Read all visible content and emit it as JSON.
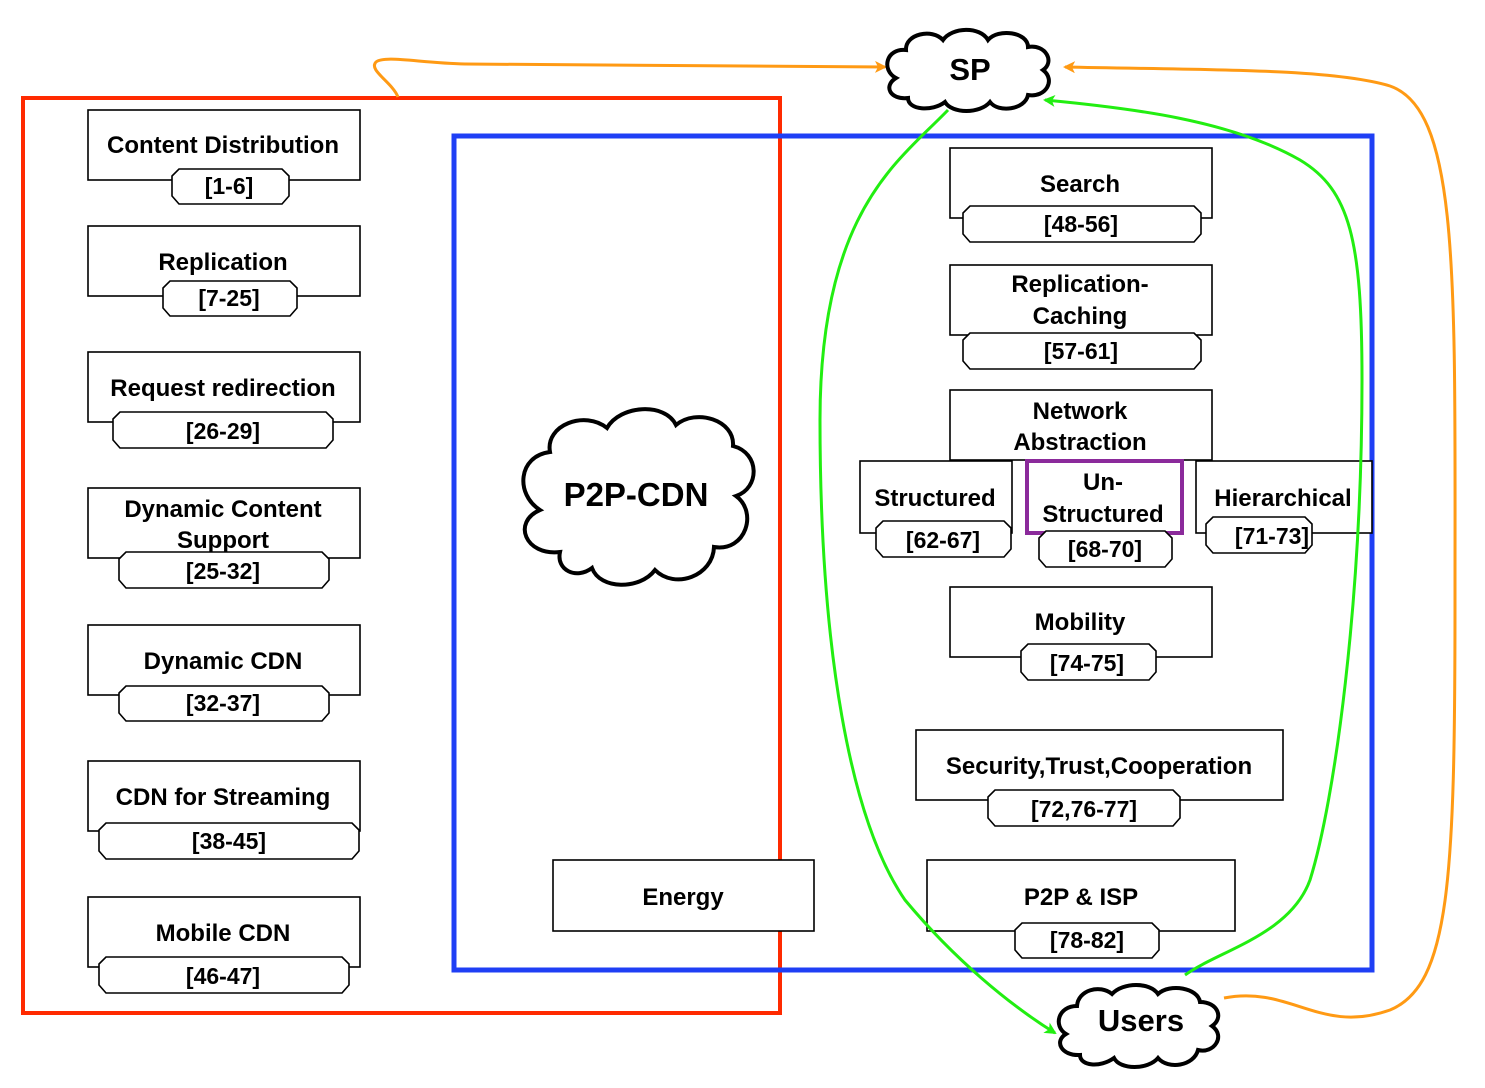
{
  "colors": {
    "cdn_frame": "#ff2a00",
    "p2p_frame": "#1f3ff5",
    "highlight_frame": "#8b2a9b",
    "green_arrows": "#22ee11",
    "orange_arrows": "#ff9a14"
  },
  "clouds": {
    "sp": "SP",
    "p2p_cdn": "P2P-CDN",
    "users": "Users"
  },
  "cdn_topics": [
    {
      "title": "Content Distribution",
      "refs": "[1-6]"
    },
    {
      "title": "Replication",
      "refs": "[7-25]"
    },
    {
      "title": "Request redirection",
      "refs": "[26-29]"
    },
    {
      "title_lines": [
        "Dynamic Content",
        "Support"
      ],
      "refs": "[25-32]"
    },
    {
      "title": "Dynamic CDN",
      "refs": "[32-37]"
    },
    {
      "title": "CDN for Streaming",
      "refs": "[38-45]"
    },
    {
      "title": "Mobile CDN",
      "refs": "[46-47]"
    }
  ],
  "p2p_topics": {
    "search": {
      "title": "Search",
      "refs": "[48-56]"
    },
    "replication_caching": {
      "title_lines": [
        "Replication-",
        "Caching"
      ],
      "refs": "[57-61]"
    },
    "network_abstraction": {
      "title_lines": [
        "Network",
        "Abstraction"
      ]
    },
    "structured": {
      "title": "Structured",
      "refs": "[62-67]"
    },
    "unstructured": {
      "title_lines": [
        "Un-",
        "Structured"
      ],
      "refs": "[68-70]"
    },
    "hierarchical": {
      "title": "Hierarchical",
      "refs": "[71-73]"
    },
    "mobility": {
      "title": "Mobility",
      "refs": "[74-75]"
    },
    "security": {
      "title": "Security,Trust,Cooperation",
      "refs": "[72,76-77]"
    },
    "p2p_isp": {
      "title": "P2P & ISP",
      "refs": "[78-82]"
    }
  },
  "shared_topics": {
    "energy": {
      "title": "Energy"
    }
  }
}
